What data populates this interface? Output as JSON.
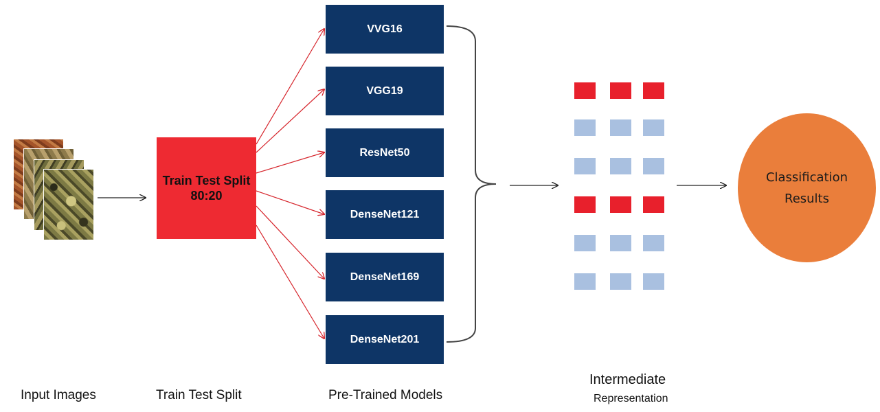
{
  "stages": {
    "input_images": "Input Images",
    "train_test_split": "Train Test Split",
    "pretrained_models": "Pre-Trained Models",
    "intermediate_line1": "Intermediate",
    "intermediate_line2": "Representation"
  },
  "split_box": {
    "line1": "Train Test Split",
    "line2": "80:20"
  },
  "models": [
    "VVG16",
    "VGG19",
    "ResNet50",
    "DenseNet121",
    "DenseNet169",
    "DenseNet201"
  ],
  "result": {
    "line1": "Classification",
    "line2": "Results"
  },
  "representation_rows": [
    [
      "red",
      "red",
      "red"
    ],
    [
      "blue",
      "blue",
      "blue"
    ],
    [
      "blue",
      "blue",
      "blue"
    ],
    [
      "red",
      "red",
      "red"
    ],
    [
      "blue",
      "blue",
      "blue"
    ],
    [
      "blue",
      "blue",
      "blue"
    ]
  ],
  "colors": {
    "split_box": "#ee2a32",
    "model_box": "#0e3566",
    "result_circle": "#ea7e3b",
    "rep_red": "#e8202c",
    "rep_blue": "#a9c0e0",
    "fan_arrows": "#d6252c",
    "main_arrows": "#222222"
  },
  "input_image_icon": "texture-image-stack"
}
